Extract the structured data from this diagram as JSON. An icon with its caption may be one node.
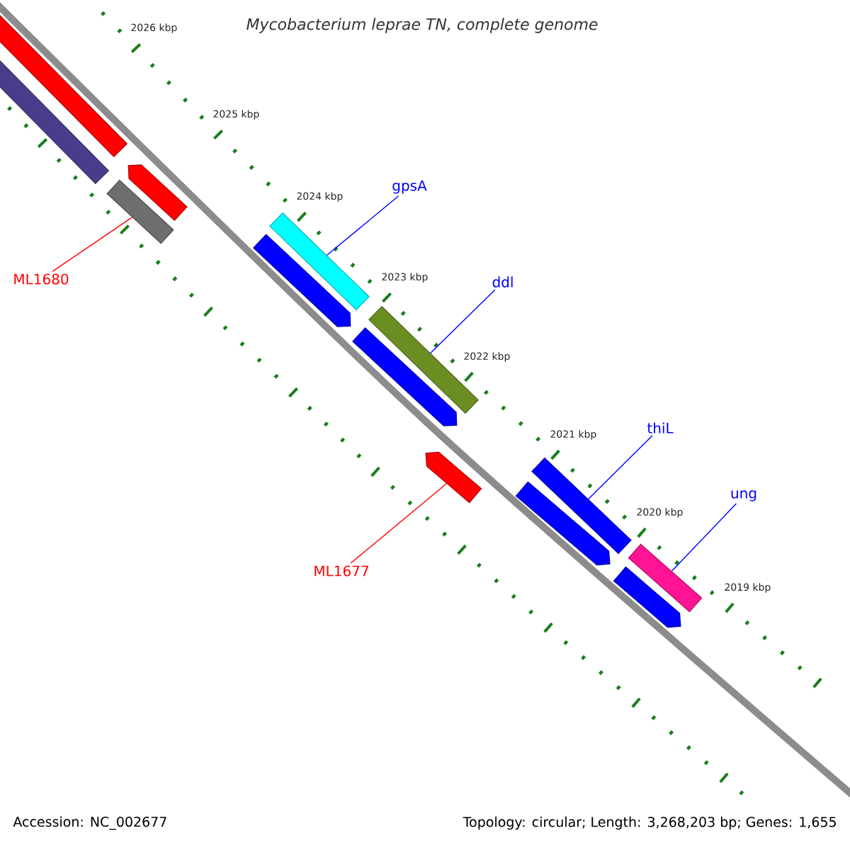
{
  "diagram": {
    "title": "Mycobacterium leprae TN, complete genome",
    "nodes": [
      {
        "text": [],
        "shape": "bar"
      },
      {
        "text": [],
        "shape": "bar"
      },
      {
        "text": [],
        "shape": "arrow"
      },
      {
        "text": [],
        "shape": "bar"
      },
      {
        "text": [],
        "shape": "bar"
      },
      {
        "text": [],
        "shape": "arrow"
      },
      {
        "text": [],
        "shape": "bar"
      },
      {
        "text": [],
        "shape": "arrow"
      },
      {
        "text": [],
        "shape": "arrow"
      },
      {
        "text": [],
        "shape": "bar"
      },
      {
        "text": [],
        "shape": "arrow"
      },
      {
        "text": [],
        "shape": "bar"
      },
      {
        "text": [],
        "shape": "arrow"
      },
      {
        "text": [
          "gpsA"
        ]
      },
      {
        "text": [
          "ML1680"
        ]
      },
      {
        "text": [
          "ddl"
        ]
      },
      {
        "text": [
          "thiL"
        ]
      },
      {
        "text": [
          "ML1677"
        ]
      },
      {
        "text": [
          "ung"
        ]
      }
    ],
    "edges": [
      {
        "from": 13,
        "to": 4,
        "arrow": "none"
      },
      {
        "from": 14,
        "to": 3,
        "arrow": "none",
        "color": "#ff0000"
      },
      {
        "from": 15,
        "to": 6,
        "arrow": "none"
      },
      {
        "from": 16,
        "to": 9,
        "arrow": "none"
      },
      {
        "from": 17,
        "to": 8,
        "arrow": "none",
        "color": "#ff0000"
      },
      {
        "from": 18,
        "to": 11,
        "arrow": "none"
      }
    ],
    "labels": [
      "2026 kbp",
      "2025 kbp",
      "2024 kbp",
      "2023 kbp",
      "2022 kbp",
      "2021 kbp",
      "2020 kbp",
      "2019 kbp",
      "Accession: NC_002677",
      "Topology: circular; Length: 3,268,203 bp; Genes: 1,655"
    ]
  }
}
